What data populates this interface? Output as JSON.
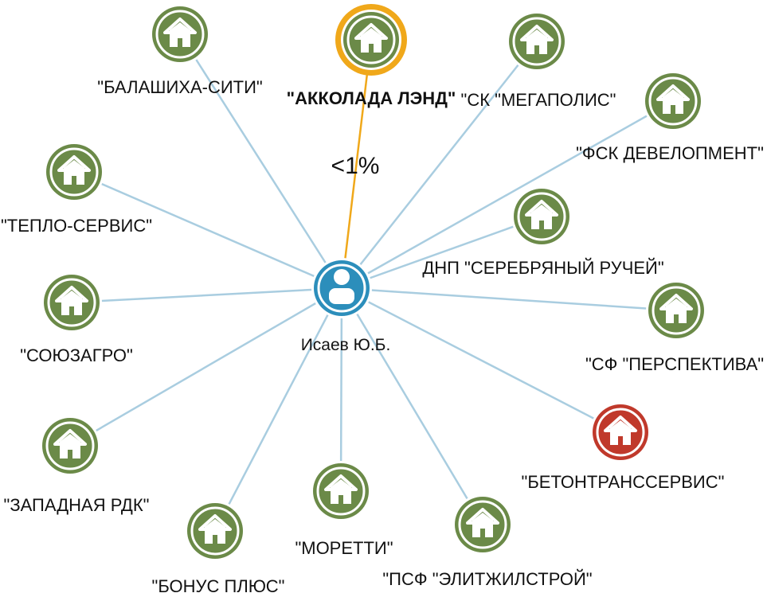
{
  "colors": {
    "edge": "#a9cde0",
    "edge_highlight": "#f0a81a",
    "company_fill": "#6b8a48",
    "company_alert_fill": "#c0392b",
    "company_highlight_ring": "#f0a81a",
    "person_fill": "#2c8ebb",
    "icon": "#ffffff"
  },
  "center": {
    "name": "Исаев Ю.Б.",
    "icon": "person-icon"
  },
  "share_label": "<1%",
  "companies": [
    {
      "id": "akkolada",
      "label": "\"АККОЛАДА ЛЭНД\"",
      "status": "highlighted",
      "icon": "house-icon"
    },
    {
      "id": "megapolis",
      "label": "\"СК \"МЕГАПОЛИС\"",
      "status": "normal",
      "icon": "house-icon"
    },
    {
      "id": "fsk",
      "label": "\"ФСК ДЕВЕЛОПМЕНТ\"",
      "status": "normal",
      "icon": "house-icon"
    },
    {
      "id": "dnp",
      "label": "ДНП \"СЕРЕБРЯНЫЙ РУЧЕЙ\"",
      "status": "normal",
      "icon": "house-icon"
    },
    {
      "id": "perspektiva",
      "label": "\"СФ \"ПЕРСПЕКТИВА\"",
      "status": "normal",
      "icon": "house-icon"
    },
    {
      "id": "betontrans",
      "label": "\"БЕТОНТРАНССЕРВИС\"",
      "status": "alert",
      "icon": "house-icon"
    },
    {
      "id": "elitzhil",
      "label": "\"ПСФ \"ЭЛИТЖИЛСТРОЙ\"",
      "status": "normal",
      "icon": "house-icon"
    },
    {
      "id": "moretti",
      "label": "\"МОРЕТТИ\"",
      "status": "normal",
      "icon": "house-icon"
    },
    {
      "id": "bonus",
      "label": "\"БОНУС ПЛЮС\"",
      "status": "normal",
      "icon": "house-icon"
    },
    {
      "id": "zapadnaya",
      "label": "\"ЗАПАДНАЯ РДК\"",
      "status": "normal",
      "icon": "house-icon"
    },
    {
      "id": "soyuzagro",
      "label": "\"СОЮЗАГРО\"",
      "status": "normal",
      "icon": "house-icon"
    },
    {
      "id": "teplo",
      "label": "\"ТЕПЛО-СЕРВИС\"",
      "status": "normal",
      "icon": "house-icon"
    },
    {
      "id": "balashikha",
      "label": "\"БАЛАШИХА-СИТИ\"",
      "status": "normal",
      "icon": "house-icon"
    }
  ]
}
